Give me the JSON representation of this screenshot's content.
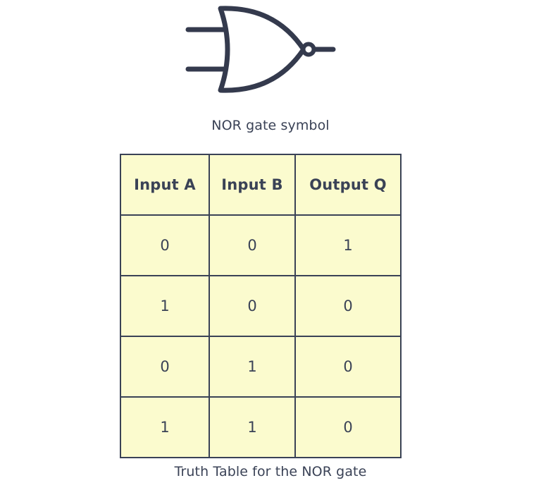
{
  "figure": {
    "gate_name": "NOR",
    "symbol_caption": "NOR gate symbol",
    "icon": "nor-gate-icon",
    "stroke_color": "#343a4d",
    "input_count": 2
  },
  "table": {
    "caption": "Truth Table for the NOR gate",
    "headers": [
      "Input A",
      "Input B",
      "Output Q"
    ],
    "rows": [
      [
        "0",
        "0",
        "1"
      ],
      [
        "1",
        "0",
        "0"
      ],
      [
        "0",
        "1",
        "0"
      ],
      [
        "1",
        "1",
        "0"
      ]
    ],
    "cell_background": "#fbfbce",
    "border_color": "#3a4256",
    "text_color": "#3a4256"
  },
  "chart_data": {
    "type": "table",
    "title": "Truth Table for the NOR gate",
    "categories": [
      "Input A",
      "Input B",
      "Output Q"
    ],
    "series": [
      {
        "name": "Input A",
        "values": [
          0,
          1,
          0,
          1
        ]
      },
      {
        "name": "Input B",
        "values": [
          0,
          0,
          1,
          1
        ]
      },
      {
        "name": "Output Q",
        "values": [
          1,
          0,
          0,
          0
        ]
      }
    ]
  }
}
